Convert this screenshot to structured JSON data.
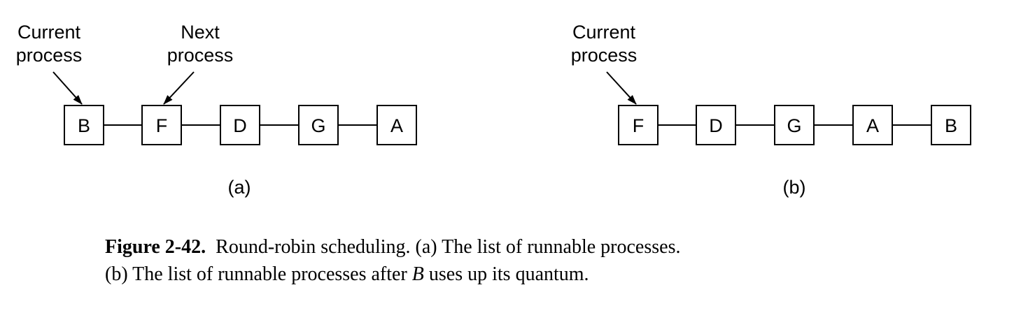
{
  "colors": {
    "stroke": "#000000",
    "text": "#000000",
    "background": "#ffffff"
  },
  "diagram_a": {
    "nodes": [
      "B",
      "F",
      "D",
      "G",
      "A"
    ],
    "label": "(a)",
    "pointers": [
      {
        "text_line1": "Current",
        "text_line2": "process",
        "target": "B"
      },
      {
        "text_line1": "Next",
        "text_line2": "process",
        "target": "F"
      }
    ]
  },
  "diagram_b": {
    "nodes": [
      "F",
      "D",
      "G",
      "A",
      "B"
    ],
    "label": "(b)",
    "pointers": [
      {
        "text_line1": "Current",
        "text_line2": "process",
        "target": "F"
      }
    ]
  },
  "caption": {
    "figure_label": "Figure 2-42.",
    "line1_text": "Round-robin scheduling.  (a) The list of runnable processes.",
    "line2_before": "(b) The list of runnable processes after ",
    "line2_italic": "B",
    "line2_after": " uses up its quantum."
  }
}
